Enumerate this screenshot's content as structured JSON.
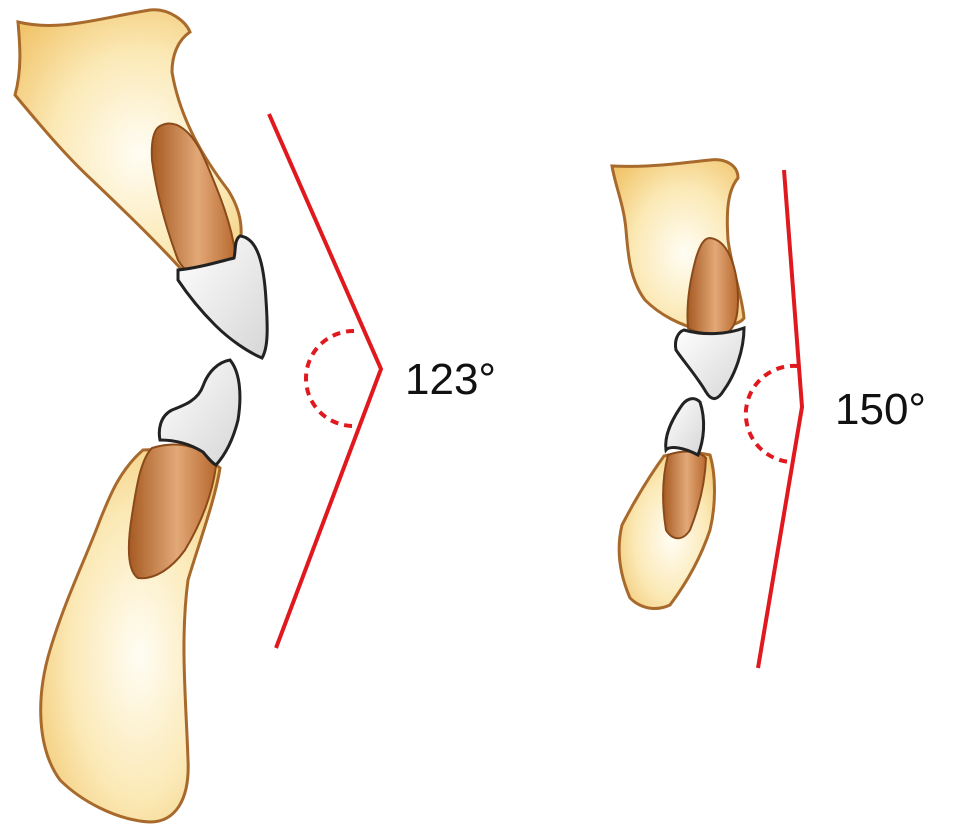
{
  "figure": {
    "left_angle": {
      "label": "123°",
      "degrees": 123
    },
    "right_angle": {
      "label": "150°",
      "degrees": 150
    }
  },
  "colors": {
    "bone_fill": "#f8e3a6",
    "bone_outline": "#a86a2c",
    "root_fill": "#c27a3e",
    "crown_fill": "#f2f2f2",
    "crown_outline": "#222222",
    "angle_line": "#e0191e"
  }
}
